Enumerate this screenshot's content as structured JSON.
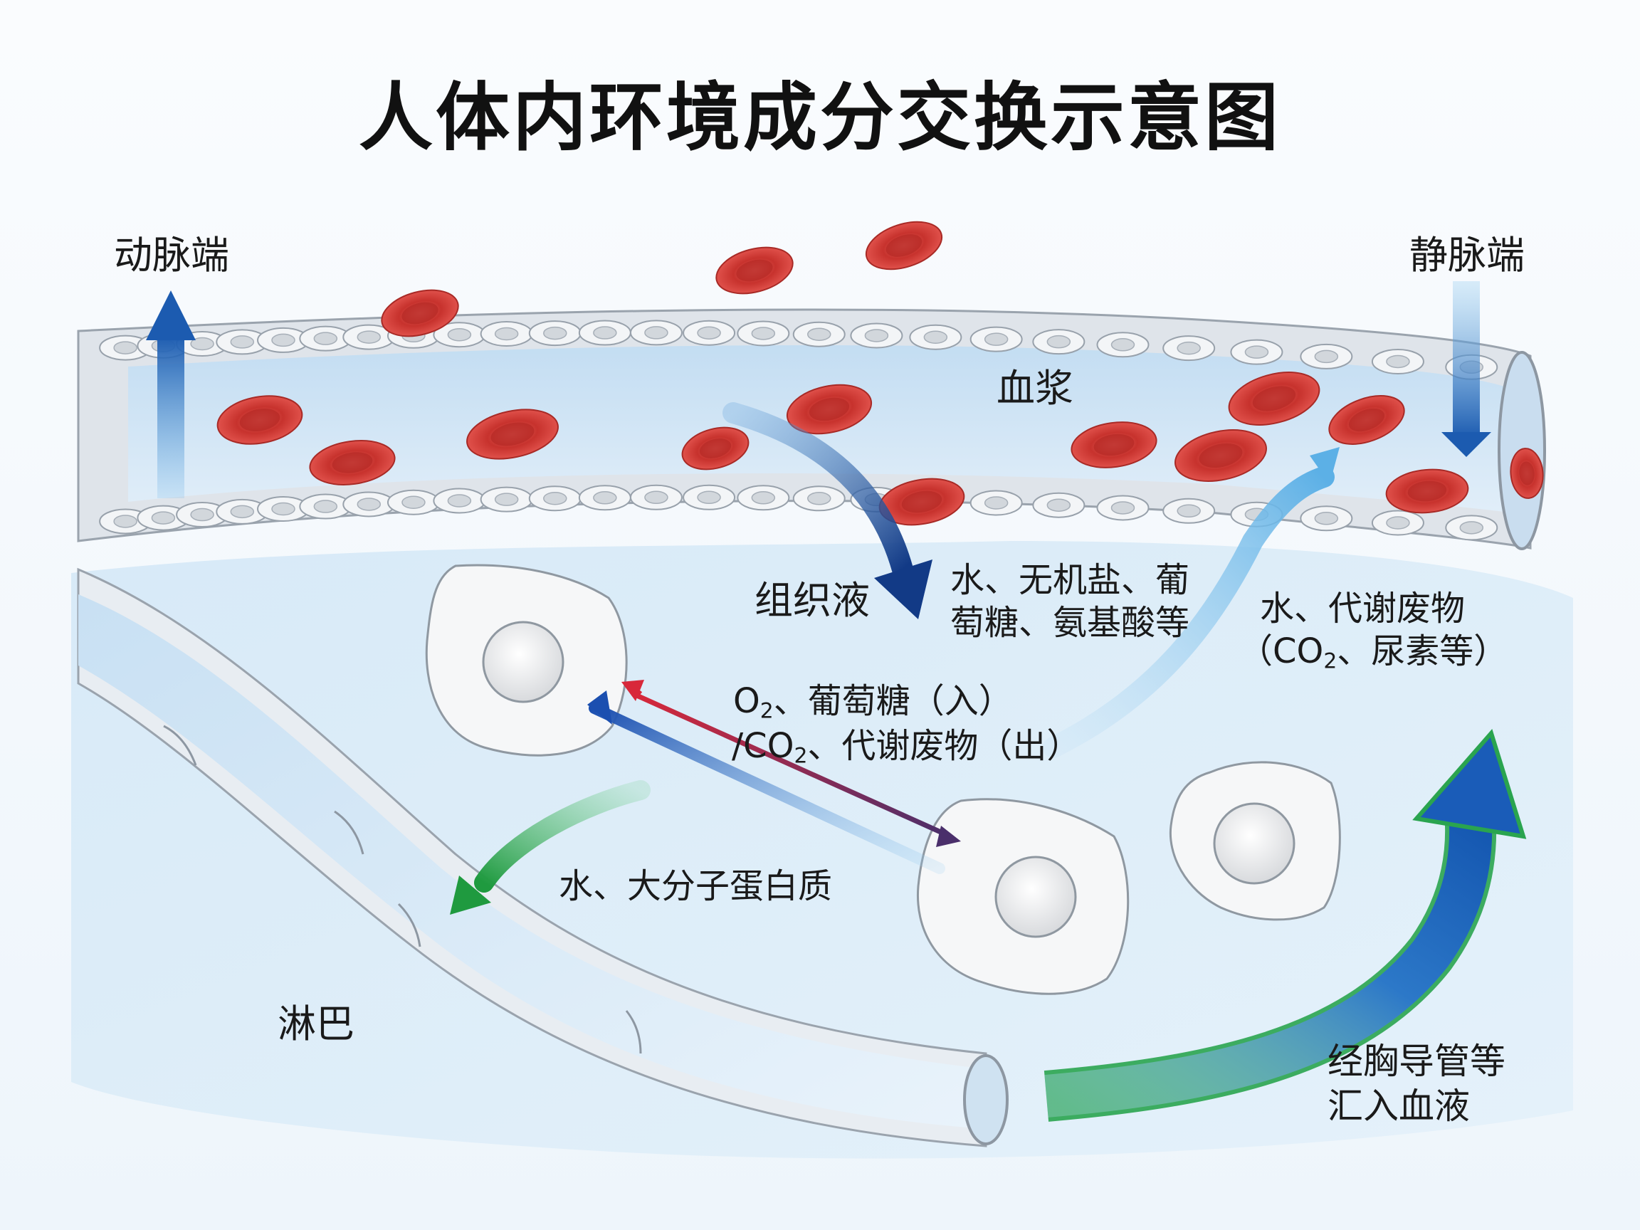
{
  "title": "人体内环境成分交换示意图",
  "labels": {
    "arterial_end": "动脉端",
    "venous_end": "静脉端",
    "plasma": "血浆",
    "tissue_fluid": "组织液",
    "lymph": "淋巴",
    "plasma_to_tissue": "水、无机盐、葡\n萄糖、氨基酸等",
    "tissue_to_plasma_line1": "水、代谢废物",
    "tissue_to_plasma_line2_pre": "（CO",
    "tissue_to_plasma_line2_sub": "2",
    "tissue_to_plasma_line2_post": "、尿素等）",
    "cell_exchange_line1_pre": "O",
    "cell_exchange_line1_sub": "2",
    "cell_exchange_line1_post": "、葡萄糖（入）",
    "cell_exchange_line2_pre": "/CO",
    "cell_exchange_line2_sub": "2",
    "cell_exchange_line2_post": "、代谢废物（出）",
    "tissue_to_lymph": "水、大分子蛋白质",
    "lymph_to_blood": "经胸导管等\n汇入血液"
  },
  "colors": {
    "plasma": "#cfe4f5",
    "tissue_fluid": "#dcedf8",
    "red_blood_cell": "#d9453f",
    "arrow_dark_blue": "#173f8f",
    "arrow_light_blue": "#6cb4e6",
    "arrow_red": "#d8283a",
    "arrow_green": "#27a34a",
    "vessel_wall": "#e6eaee"
  }
}
